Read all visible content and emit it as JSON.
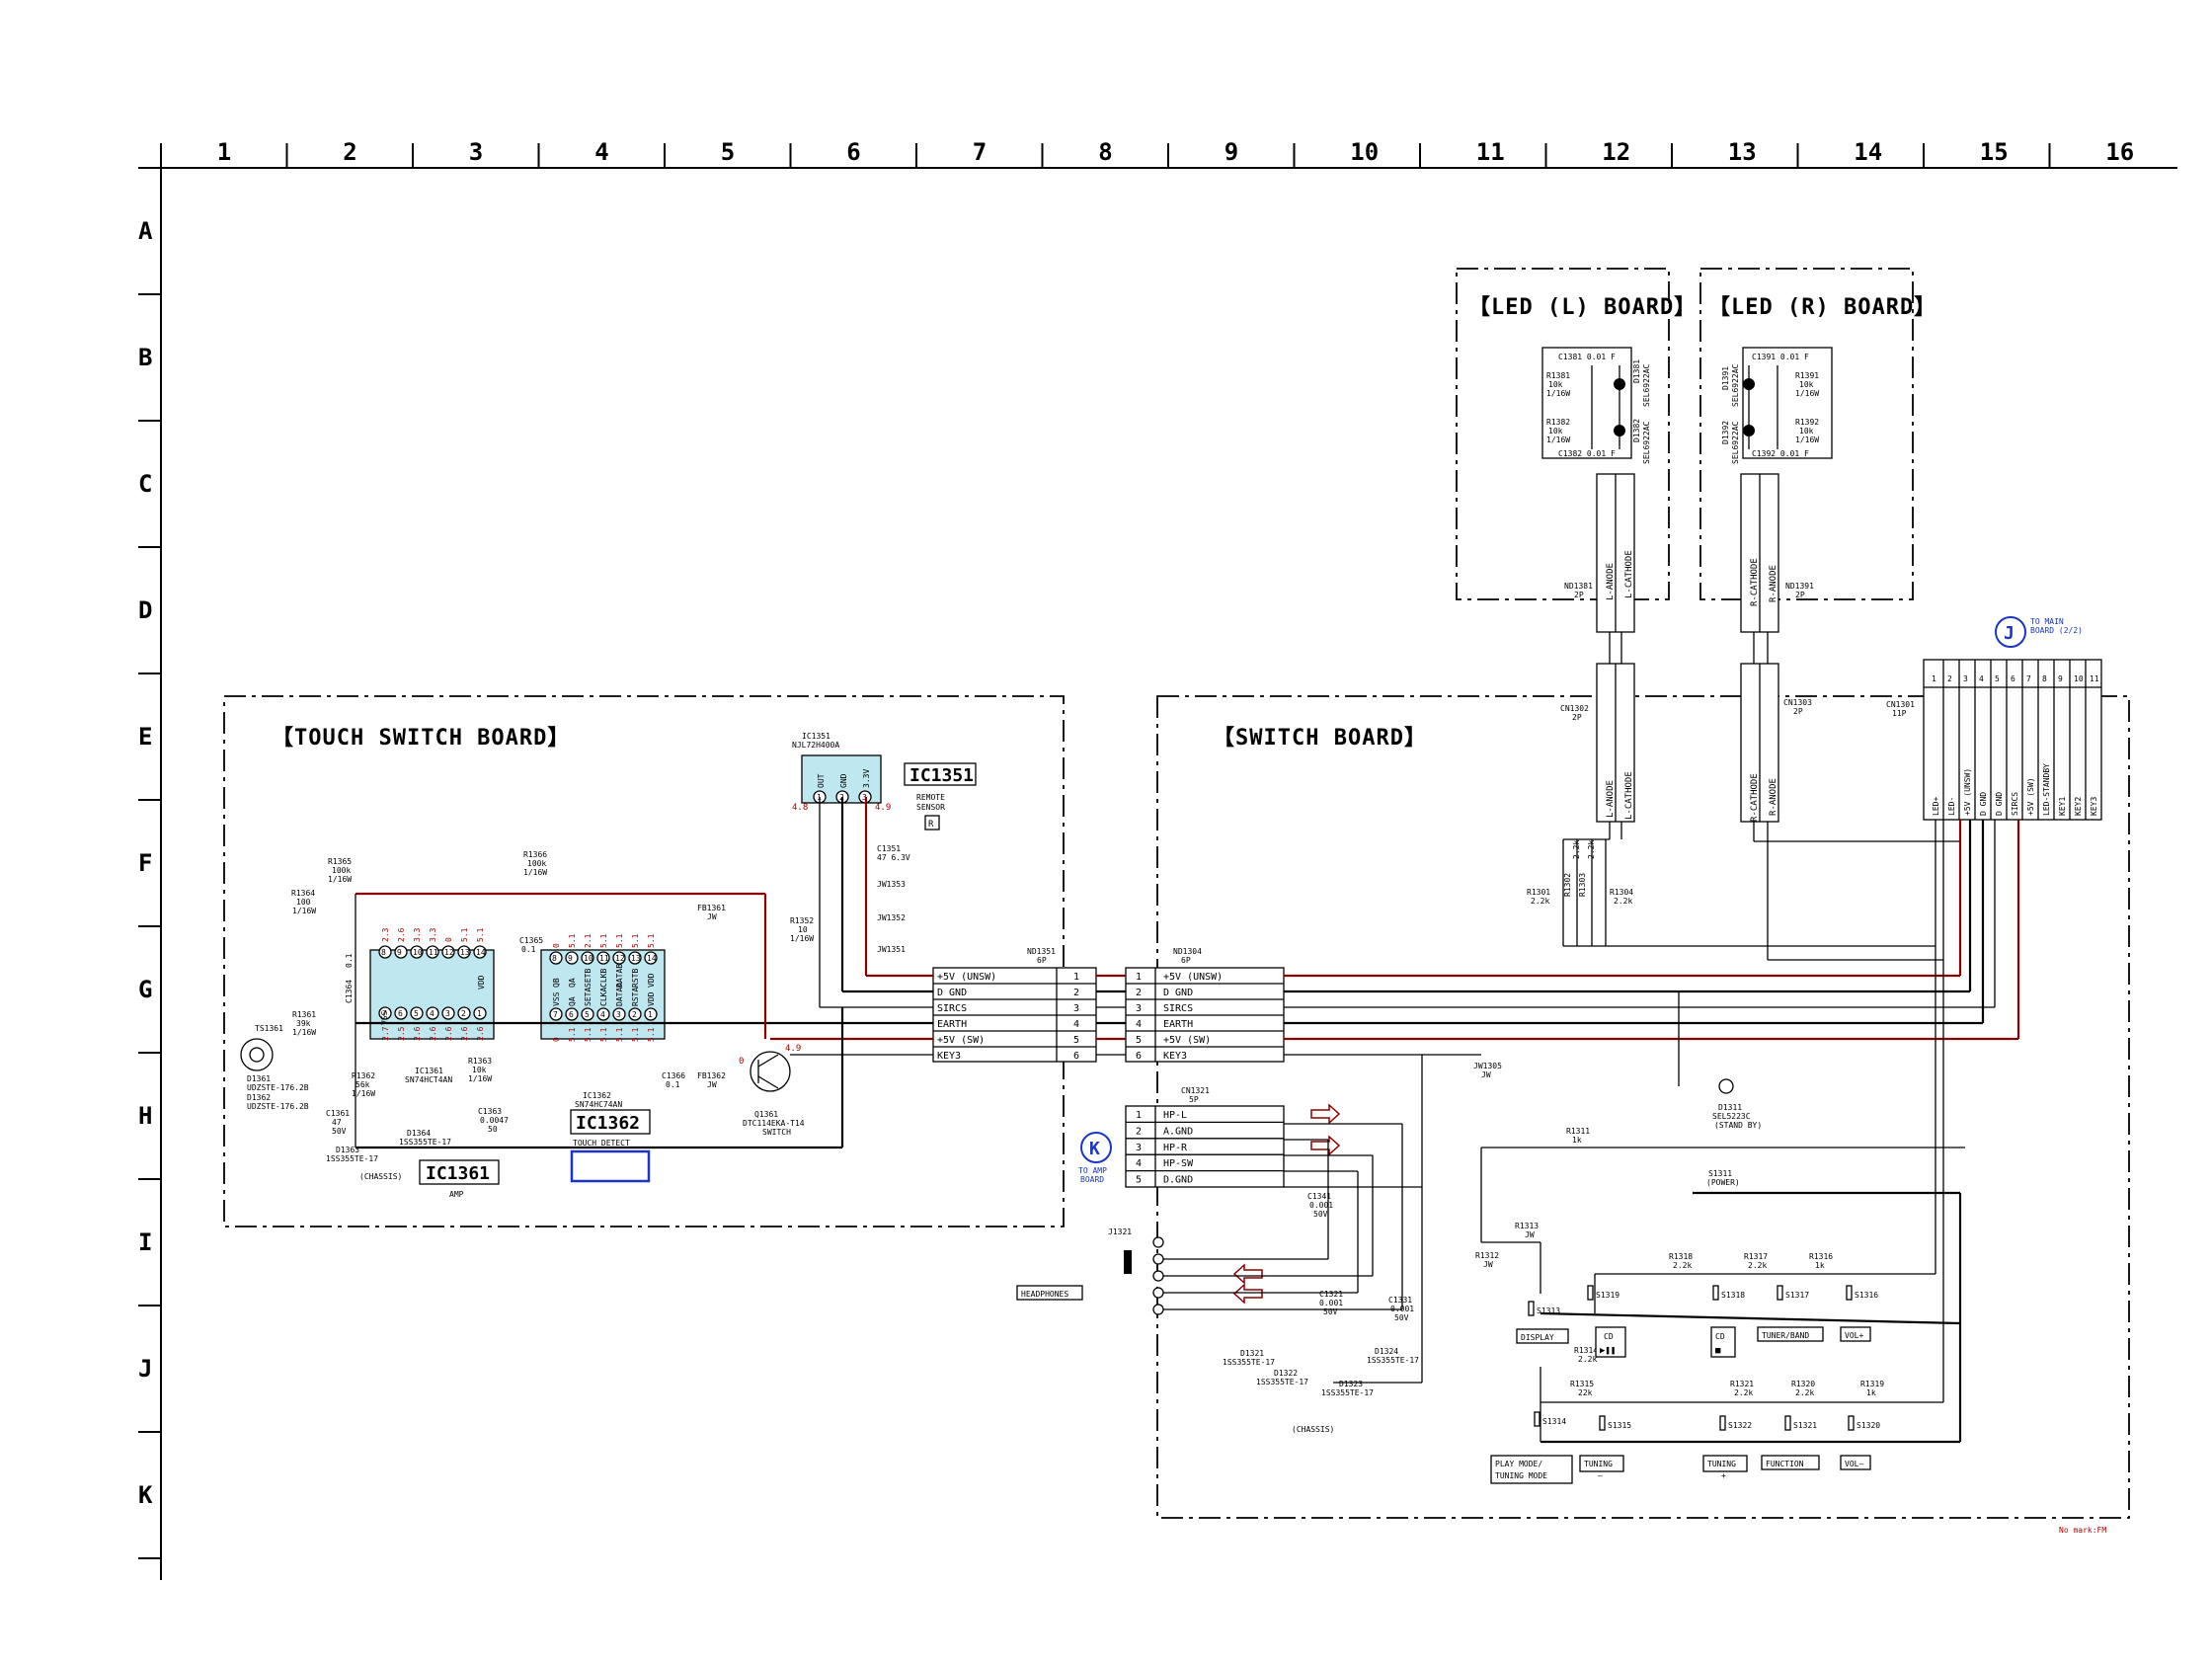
{
  "ruler": {
    "columns": [
      "1",
      "2",
      "3",
      "4",
      "5",
      "6",
      "7",
      "8",
      "9",
      "10",
      "11",
      "12",
      "13",
      "14",
      "15",
      "16"
    ],
    "rows": [
      "A",
      "B",
      "C",
      "D",
      "E",
      "F",
      "G",
      "H",
      "I",
      "J",
      "K"
    ]
  },
  "boards": {
    "led_l": "【LED (L) BOARD】",
    "led_r": "【LED (R) BOARD】",
    "touch": "【TOUCH SWITCH BOARD】",
    "switch": "【SWITCH BOARD】"
  },
  "led_l": {
    "c1381": "C1381 0.01 F",
    "r1381": [
      "R1381",
      "10k",
      "1/16W"
    ],
    "d1381": [
      "D1381",
      "SEL6922AC"
    ],
    "r1382": [
      "R1382",
      "10k",
      "1/16W"
    ],
    "d1382": [
      "D1382",
      "SEL6922AC"
    ],
    "c1382": "C1382 0.01 F",
    "conn_pins": [
      "L-ANODE",
      "L-CATHODE"
    ],
    "nd": [
      "ND1381",
      "2P"
    ]
  },
  "led_r": {
    "c1391": "C1391 0.01 F",
    "d1391": [
      "D1391",
      "SEL6922AC"
    ],
    "r1391": [
      "R1391",
      "10k",
      "1/16W"
    ],
    "d1392": [
      "D1392",
      "SEL6922AC"
    ],
    "r1392": [
      "R1392",
      "10k",
      "1/16W"
    ],
    "c1392": "C1392 0.01 F",
    "conn_pins": [
      "R-CATHODE",
      "R-ANODE"
    ],
    "nd": [
      "ND1391",
      "2P"
    ]
  },
  "cn1302": {
    "ref": [
      "CN1302",
      "2P"
    ],
    "pins": [
      "L-ANODE",
      "L-CATHODE"
    ]
  },
  "cn1303": {
    "ref": [
      "CN1303",
      "2P"
    ],
    "pins": [
      "R-CATHODE",
      "R-ANODE"
    ]
  },
  "cn1301": {
    "ref": [
      "CN1301",
      "11P"
    ],
    "pins": [
      "LED+",
      "LED-",
      "+5V (UNSW)",
      "D GND",
      "D GND",
      "SIRCS",
      "+5V (SW)",
      "LED-STANDBY",
      "KEY1",
      "KEY2",
      "KEY3"
    ],
    "pin_nums": [
      "1",
      "2",
      "3",
      "4",
      "5",
      "6",
      "7",
      "8",
      "9",
      "10",
      "11"
    ]
  },
  "to_main": {
    "badge": "J",
    "label": [
      "TO MAIN",
      "BOARD (2/2)"
    ]
  },
  "to_amp": {
    "badge": "K",
    "label": [
      "TO AMP",
      "BOARD"
    ]
  },
  "res_pair": {
    "r1301": [
      "R1301",
      "2.2k"
    ],
    "r1302": [
      "R1302",
      "2.2k"
    ],
    "r1303": [
      "R1303",
      "2.2k"
    ],
    "r1304": [
      "R1304",
      "2.2k"
    ]
  },
  "ic1351": {
    "chip": [
      "IC1351",
      "NJL72H400A"
    ],
    "pins": [
      "OUT",
      "GND",
      "3.3V"
    ],
    "pin_nums": [
      "1",
      "2",
      "3"
    ],
    "volt_left": "4.8",
    "volt_right": "4.9",
    "label": "IC1351",
    "desc": [
      "REMOTE",
      "SENSOR"
    ],
    "mark": "R"
  },
  "c1351": [
    "C1351",
    "47 6.3V"
  ],
  "jw1353": "JW1353",
  "jw1352": "JW1352",
  "jw1351": "JW1351",
  "r1352": [
    "R1352",
    "10",
    "1/16W"
  ],
  "fb1361": [
    "FB1361",
    "JW"
  ],
  "fb1362": [
    "FB1362",
    "JW"
  ],
  "ic1361": {
    "pins_top": [
      "8",
      "9",
      "10",
      "11",
      "12",
      "13",
      "14"
    ],
    "pins_bot": [
      "7",
      "6",
      "5",
      "4",
      "3",
      "2",
      "1"
    ],
    "v_top": [
      "2.3",
      "2.6",
      "3.3",
      "3.3",
      "0",
      "5.1",
      "5.1"
    ],
    "v_bot": [
      "2.7",
      "2.5",
      "2.6",
      "2.6",
      "2.6",
      "2.6",
      "2.6"
    ],
    "vss": "VSS",
    "vdd": "VDD",
    "part": [
      "IC1361",
      "SN74HCT4AN"
    ],
    "label": "IC1361",
    "desc": "AMP"
  },
  "ic1362": {
    "pins_top": [
      "8",
      "9",
      "10",
      "11",
      "12",
      "13",
      "14"
    ],
    "pins_bot": [
      "7",
      "6",
      "5",
      "4",
      "3",
      "2",
      "1"
    ],
    "names_top": [
      "QB",
      "QA",
      "SETB",
      "CLKB",
      "DATAB",
      "RSTB",
      "VDD"
    ],
    "names_bot": [
      "VSS",
      "QA",
      "SETA",
      "CLKA",
      "DATAA",
      "RSTA",
      "VDD"
    ],
    "v_top": [
      "0",
      "5.1",
      "2.1",
      "5.1",
      "5.1",
      "5.1",
      "5.1"
    ],
    "v_bot": [
      "0",
      "5.1",
      "5.1",
      "5.1",
      "5.1",
      "5.1",
      "5.1"
    ],
    "part": [
      "IC1362",
      "SN74HC74AN"
    ],
    "label": "IC1362",
    "desc": "TOUCH DETECT"
  },
  "r1365": [
    "R1365",
    "100k",
    "1/16W"
  ],
  "r1364": [
    "R1364",
    "100",
    "1/16W"
  ],
  "r1366": [
    "R1366",
    "100k",
    "1/16W"
  ],
  "c1365": [
    "C1365",
    "0.1"
  ],
  "c1364": [
    "C1364",
    "0.1"
  ],
  "r1361": [
    "R1361",
    "39k",
    "1/16W"
  ],
  "ts1361": "TS1361",
  "d1361": [
    "D1361",
    "UDZSTE-176.2B"
  ],
  "d1362": [
    "D1362",
    "UDZSTE-176.2B"
  ],
  "r1362": [
    "R1362",
    "56k",
    "1/16W"
  ],
  "r1363": [
    "R1363",
    "10k",
    "1/16W"
  ],
  "c1361": [
    "C1361",
    "47",
    "50V"
  ],
  "d1364": [
    "D1364",
    "1SS355TE-17"
  ],
  "d1363": [
    "D1363",
    "1SS355TE-17"
  ],
  "chassis": "(CHASSIS)",
  "c1363": [
    "C1363",
    "0.0047",
    "50"
  ],
  "c1366": [
    "C1366",
    "0.1"
  ],
  "q1361": [
    "Q1361",
    "DTC114EKA-T14",
    "SWITCH"
  ],
  "q_volts": [
    "0",
    "4.9"
  ],
  "nd1351": [
    "ND1351",
    "6P"
  ],
  "nd1304": [
    "ND1304",
    "6P"
  ],
  "conn6": {
    "nums": [
      "1",
      "2",
      "3",
      "4",
      "5",
      "6"
    ],
    "names": [
      "+5V (UNSW)",
      "D GND",
      "SIRCS",
      "EARTH",
      "+5V (SW)",
      "KEY3"
    ]
  },
  "jw1305": [
    "JW1305",
    "JW"
  ],
  "cn1321": {
    "ref": [
      "CN1321",
      "5P"
    ],
    "nums": [
      "1",
      "2",
      "3",
      "4",
      "5"
    ],
    "names": [
      "HP-L",
      "A.GND",
      "HP-R",
      "HP-SW",
      "D.GND"
    ]
  },
  "d1311": [
    "D1311",
    "SEL5223C",
    "(STAND BY)"
  ],
  "r1311": [
    "R1311",
    "1k"
  ],
  "s1311": [
    "S1311",
    "(POWER)"
  ],
  "c1341": [
    "C1341",
    "0.001",
    "50V"
  ],
  "j1321": "J1321",
  "headphones": "HEADPHONES",
  "c1321": [
    "C1321",
    "0.001",
    "50V"
  ],
  "c1331": [
    "C1331",
    "0.001",
    "50V"
  ],
  "d1321": [
    "D1321",
    "1SS355TE-17"
  ],
  "d1322": [
    "D1322",
    "1SS355TE-17"
  ],
  "d1323": [
    "D1323",
    "1SS355TE-17"
  ],
  "d1324": [
    "D1324",
    "1SS355TE-17"
  ],
  "chassis2": "(CHASSIS)",
  "r1313": [
    "R1313",
    "JW"
  ],
  "r1312": [
    "R1312",
    "JW"
  ],
  "r1318": [
    "R1318",
    "2.2k"
  ],
  "r1317": [
    "R1317",
    "2.2k"
  ],
  "r1316": [
    "R1316",
    "1k"
  ],
  "r1314": [
    "R1314",
    "2.2k"
  ],
  "r1315": [
    "R1315",
    "22k"
  ],
  "r1321": [
    "R1321",
    "2.2k"
  ],
  "r1320": [
    "R1320",
    "2.2k"
  ],
  "r1319": [
    "R1319",
    "1k"
  ],
  "switches": {
    "s1313": "S1313",
    "s1319": "S1319",
    "s1318": "S1318",
    "s1317": "S1317",
    "s1316": "S1316",
    "s1314": "S1314",
    "s1315": "S1315",
    "s1322": "S1322",
    "s1321": "S1321",
    "s1320": "S1320"
  },
  "buttons": {
    "display": "DISPLAY",
    "cd_play": [
      "CD",
      "▶❚❚"
    ],
    "cd_stop": [
      "CD",
      "■"
    ],
    "tuner_band": "TUNER/BAND",
    "vol_plus": "VOL+",
    "play_mode": [
      "PLAY MODE/",
      "TUNING MODE"
    ],
    "tuning_minus": [
      "TUNING",
      "–"
    ],
    "tuning_plus": [
      "TUNING",
      "+"
    ],
    "function": "FUNCTION",
    "vol_minus": "VOL–"
  },
  "footer_note": "No mark:FM",
  "colors": {
    "red_line": "#8b0000",
    "blue_accent": "#1a35c8",
    "volt_red": "#b00000"
  }
}
